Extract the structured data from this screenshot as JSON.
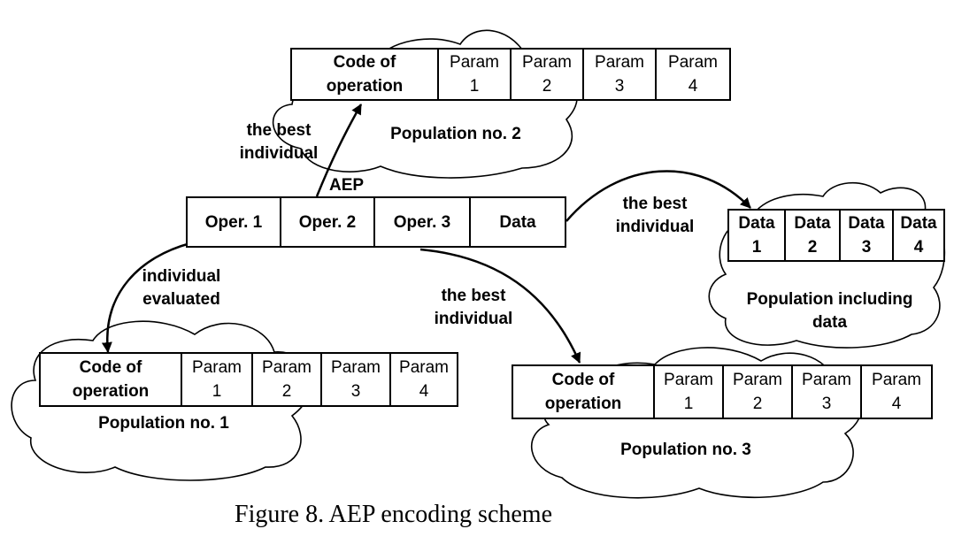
{
  "top_record": {
    "cells": [
      "Oper. 1",
      "Oper. 2",
      "Oper. 3",
      "Data"
    ],
    "label": "AEP"
  },
  "population_2": {
    "cells": [
      "Code of\noperation",
      "Param\n1",
      "Param\n2",
      "Param\n3",
      "Param\n4"
    ],
    "name": "Population no. 2"
  },
  "population_1": {
    "cells": [
      "Code of\noperation",
      "Param\n1",
      "Param\n2",
      "Param\n3",
      "Param\n4"
    ],
    "name": "Population no. 1"
  },
  "population_3": {
    "cells": [
      "Code of\noperation",
      "Param\n1",
      "Param\n2",
      "Param\n3",
      "Param\n4"
    ],
    "name": "Population no. 3"
  },
  "population_data": {
    "cells": [
      "Data\n1",
      "Data\n2",
      "Data\n3",
      "Data\n4"
    ],
    "name": "Population including\ndata"
  },
  "edges": {
    "to_population_2": "the best\nindividual",
    "to_population_1": "individual\nevaluated",
    "to_population_3": "the best\nindividual",
    "to_population_data": "the best\nindividual"
  },
  "caption": "Figure 8. AEP encoding scheme"
}
